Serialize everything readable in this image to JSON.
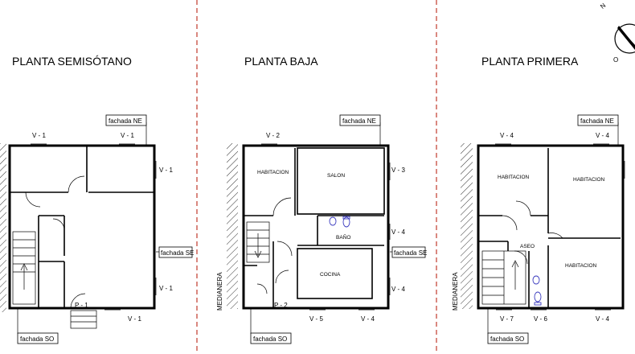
{
  "floors": [
    {
      "title": "PLANTA SEMISÓTANO",
      "tags": {
        "top": "fachada NE",
        "side": "fachada SE",
        "bottom": "fachada SO"
      },
      "windows": [
        "V - 1",
        "V - 1",
        "V - 1",
        "V - 1",
        "V - 1"
      ],
      "door": "P - 1"
    },
    {
      "title": "PLANTA BAJA",
      "tags": {
        "top": "fachada NE",
        "side": "fachada SE",
        "bottom": "fachada SO"
      },
      "windows": [
        "V - 2",
        "V - 3",
        "V - 4",
        "V - 4",
        "V - 5",
        "V - 4"
      ],
      "door": "P - 2",
      "rooms": [
        "HABITACION",
        "SALON",
        "BAÑO",
        "COCINA"
      ],
      "wall_label": "MEDIANERA"
    },
    {
      "title": "PLANTA PRIMERA",
      "tags": {
        "top": "fachada NE",
        "bottom": "fachada SO"
      },
      "windows": [
        "V - 4",
        "V - 4",
        "V - 7",
        "V - 6",
        "V - 4"
      ],
      "rooms": [
        "HABITACION",
        "HABITACION",
        "ASEO",
        "HABITACION"
      ],
      "wall_label": "MEDIANERA"
    }
  ],
  "compass": {
    "north": "N",
    "west": "O"
  }
}
